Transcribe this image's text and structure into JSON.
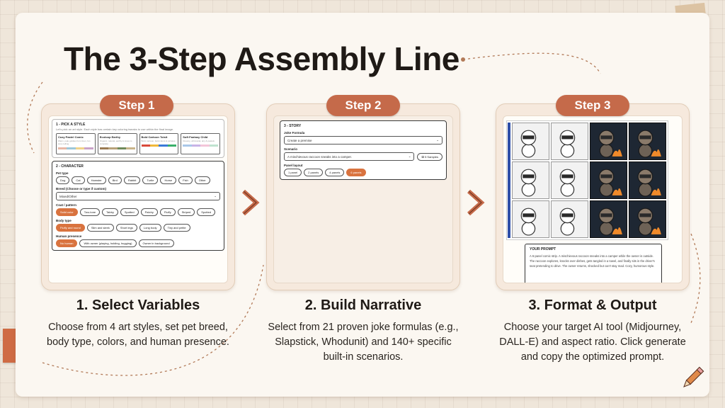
{
  "title": "The 3-Step Assembly Line",
  "colors": {
    "accent": "#c56a4a",
    "background": "#efe6da",
    "card": "#fbf7f1"
  },
  "steps": [
    {
      "pill": "Step 1",
      "heading": "1. Select Variables",
      "description": "Choose from 4 art styles, set pet breed, body type, colors, and human presence.",
      "mock": {
        "section1_title": "1 - PICK A STYLE",
        "section1_subtitle": "Let's pick an art style. Each style has certain key coloring tweaks to use within the final image.",
        "styles": [
          {
            "name": "Cozy Pastel Comic",
            "desc": "Warm, pale goldies from linen, fun story telling",
            "colors": [
              "#e7b8a6",
              "#9cc7d9",
              "#f0d28a",
              "#c9a3c8"
            ]
          },
          {
            "name": "Ecoloop Earthy",
            "desc": "Organic, natural, earthy & tones to complete",
            "colors": [
              "#9a7a52",
              "#b8a27a",
              "#6f8a5a",
              "#c9b48a"
            ]
          },
          {
            "name": "Bold Cartoon Toisit",
            "desc": "Bold, cartoon, bold colors & pictures",
            "colors": [
              "#d94a3a",
              "#f0b93a",
              "#3a7ad9",
              "#3ab06a"
            ]
          },
          {
            "name": "Soft Fantasy Child",
            "desc": "Dreamy, whimsical, airy & pastels",
            "colors": [
              "#a9c7e8",
              "#c8b3e6",
              "#f3c6d9",
              "#bfe3d0"
            ]
          }
        ],
        "section2_title": "2 - CHARACTER",
        "pet_type_label": "Pet type",
        "pet_types": [
          "Dog",
          "Cat",
          "Hamster",
          "Bird",
          "Rabbit",
          "Turtle",
          "Horse",
          "Fish",
          "Other"
        ],
        "breed_label": "Breed (Choose or type if custom)",
        "breed_value": "Mixed/Other",
        "coat_label": "Coat / pattern",
        "coats": [
          "Solid color",
          "Two-tone",
          "Tabby",
          "Spotted",
          "Patchy",
          "Fluffy",
          "Striped",
          "Spotted"
        ],
        "coat_selected": 0,
        "body_label": "Body type",
        "bodies": [
          "Fluffy and round",
          "Slim and sleek",
          "Short legs",
          "Long body",
          "Tiny and petite"
        ],
        "body_selected": 0,
        "human_label": "Human presence",
        "humans": [
          "No human",
          "With owner (playing, holding, hugging)",
          "Owner in background"
        ],
        "human_selected": 0
      }
    },
    {
      "pill": "Step 2",
      "heading": "2. Build Narrative",
      "description": "Select from 21 proven joke formulas (e.g., Slapstick, Whodunit) and 140+ specific built-in scenarios.",
      "mock": {
        "section_title": "3 - STORY",
        "formula_label": "Joke Formula",
        "formula_value": "Create a premise",
        "scenario_label": "Scenario",
        "scenario_value": "A mischievous raccoon sneaks into a camper.",
        "samples_button": "5 Samples",
        "layout_label": "Panel layout",
        "layouts": [
          "1 panel",
          "2 panels",
          "4 panels",
          "6 panels"
        ],
        "layout_selected": 3
      }
    },
    {
      "pill": "Step 3",
      "heading": "3. Format & Output",
      "description": "Choose your target AI tool (Midjourney, DALL-E) and aspect ratio. Click generate and copy the optimized prompt.",
      "mock": {
        "prompt_title": "YOUR PROMPT",
        "prompt_body": "A 6-panel comic strip. A mischievous raccoon sneaks into a camper while the owner is outside. The raccoon explores, knocks over dishes, gets tangled in a towel, and finally sits in the driver's seat pretending to drive. The owner returns, shocked but can't stay mad. Cozy, humorous style.",
        "thumbnails": [
          "sketch",
          "sketch",
          "night",
          "night",
          "sketch",
          "sketch",
          "night",
          "night",
          "sketch",
          "sketch",
          "night",
          "night"
        ]
      }
    }
  ]
}
